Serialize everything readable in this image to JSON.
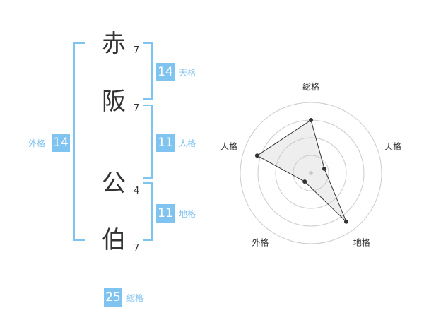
{
  "characters": [
    {
      "char": "赤",
      "strokes": "7"
    },
    {
      "char": "阪",
      "strokes": "7"
    },
    {
      "char": "公",
      "strokes": "4"
    },
    {
      "char": "伯",
      "strokes": "7"
    }
  ],
  "kakusu": {
    "tenkaku": {
      "value": "14",
      "label": "天格"
    },
    "jinkaku": {
      "value": "11",
      "label": "人格"
    },
    "chikaku": {
      "value": "11",
      "label": "地格"
    },
    "gaikaku": {
      "value": "14",
      "label": "外格"
    },
    "soukaku": {
      "value": "25",
      "label": "総格"
    }
  },
  "colors": {
    "accent": "#7fc3f0",
    "text": "#333333"
  },
  "chart_data": {
    "type": "radar",
    "axes": [
      "総格",
      "天格",
      "地格",
      "外格",
      "人格"
    ],
    "values": [
      0.75,
      0.2,
      0.85,
      0.15,
      0.8
    ],
    "range": [
      0,
      1
    ],
    "rings": 4
  }
}
